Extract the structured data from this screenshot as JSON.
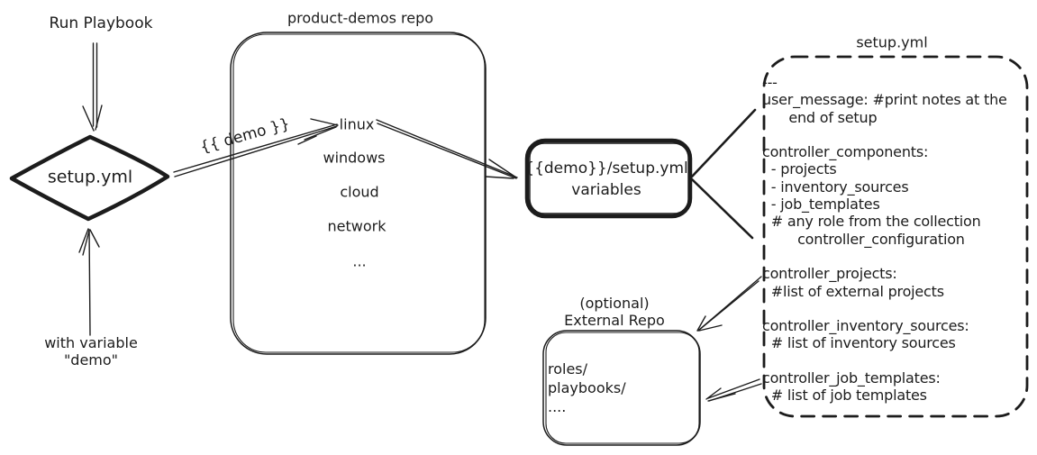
{
  "colors": {
    "stroke": "#1c1c1c",
    "background": "#ffffff"
  },
  "left_flow": {
    "run_playbook": "Run Playbook",
    "decision": "setup.yml",
    "with_variable": [
      "with variable",
      "\"demo\""
    ]
  },
  "repo": {
    "title": "product-demos repo",
    "items": [
      "linux",
      "windows",
      "cloud",
      "network",
      "..."
    ]
  },
  "demo_arrow_label": "{{ demo }}",
  "variables_box": {
    "lines": [
      "{{demo}}/setup.yml",
      "variables"
    ]
  },
  "setup_yml": {
    "title": "setup.yml",
    "content": [
      "---",
      "user_message: #print notes at the",
      "      end of setup",
      "",
      "controller_components:",
      "  - projects",
      "  - inventory_sources",
      "  - job_templates",
      "  # any role from the collection",
      "        controller_configuration",
      "",
      "controller_projects:",
      "  #list of external projects",
      "",
      "controller_inventory_sources:",
      "  # list of inventory sources",
      "",
      "controller_job_templates:",
      "  # list of job templates"
    ]
  },
  "external_repo": {
    "label": [
      "(optional)",
      "External Repo"
    ],
    "content": [
      "roles/",
      "playbooks/",
      "...."
    ]
  }
}
